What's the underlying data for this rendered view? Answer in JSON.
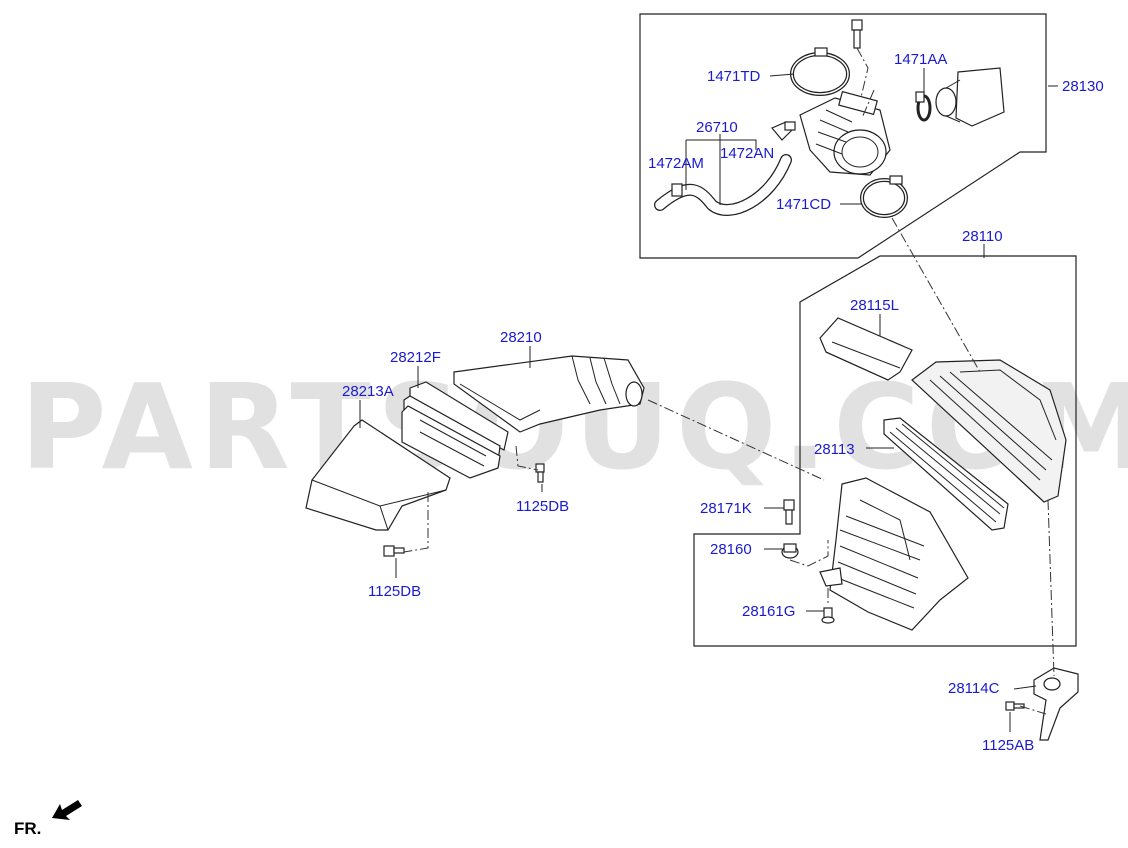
{
  "watermark": "PARTSOUQ.COM",
  "direction_label": "FR.",
  "labels": {
    "p28130": "28130",
    "p1471TD": "1471TD",
    "p1471AA": "1471AA",
    "p26710": "26710",
    "p1472AM": "1472AM",
    "p1472AN": "1472AN",
    "p1471CD": "1471CD",
    "p28110": "28110",
    "p28115L": "28115L",
    "p28210": "28210",
    "p28212F": "28212F",
    "p28213A": "28213A",
    "p28113": "28113",
    "p28171K": "28171K",
    "p1125DB_a": "1125DB",
    "p28160": "28160",
    "p1125DB_b": "1125DB",
    "p28161G": "28161G",
    "p28114C": "28114C",
    "p1125AB": "1125AB"
  },
  "colors": {
    "label": "#1a1ad0",
    "line": "#222222",
    "watermark": "#c9c9c9"
  }
}
